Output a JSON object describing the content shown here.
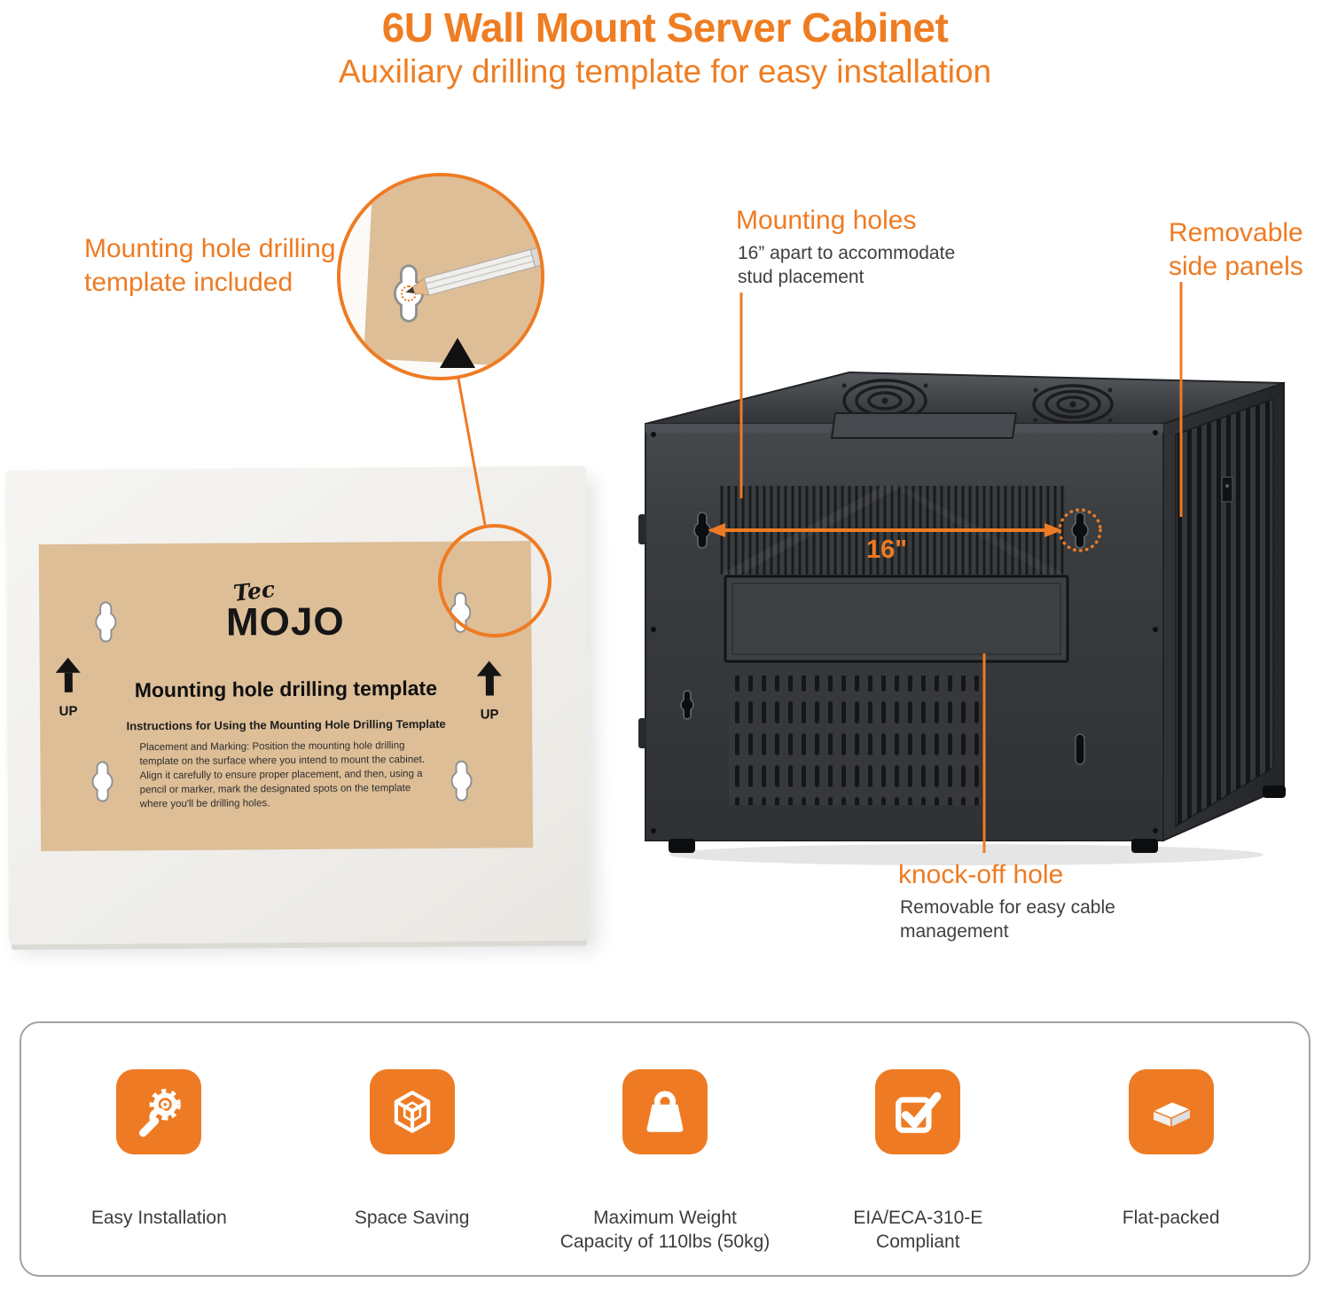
{
  "header": {
    "title": "6U Wall Mount Server Cabinet",
    "subtitle": "Auxiliary drilling template for easy installation"
  },
  "annotations": {
    "template_included": "Mounting hole drilling template included",
    "mounting_holes": {
      "title": "Mounting holes",
      "subtitle": "16” apart to accommodate stud placement"
    },
    "side_panels": {
      "title": "Removable side panels"
    },
    "dimension_label": "16\"",
    "knock_off": {
      "title": "knock-off hole",
      "subtitle": "Removable for easy cable management"
    }
  },
  "template": {
    "brand_top": "Tec",
    "brand_bottom": "MOJO",
    "title": "Mounting hole drilling template",
    "instructions_heading": "Instructions for Using the Mounting Hole Drilling Template",
    "instructions_body": "Placement and Marking: Position the mounting hole drilling template on the surface where you intend to mount the cabinet. Align it carefully to ensure proper placement, and then, using a pencil or marker, mark the designated spots on the template where you'll be drilling holes.",
    "up_label_left": "UP",
    "up_label_right": "UP"
  },
  "features": [
    {
      "icon": "wrench-gear-icon",
      "label": "Easy Installation"
    },
    {
      "icon": "cube-icon",
      "label": "Space Saving"
    },
    {
      "icon": "weight-icon",
      "label": "Maximum Weight Capacity of 110lbs (50kg)"
    },
    {
      "icon": "checkmark-icon",
      "label": "EIA/ECA-310-E Compliant"
    },
    {
      "icon": "flat-box-icon",
      "label": "Flat-packed"
    }
  ],
  "colors": {
    "accent": "#EE7B23",
    "text_dark": "#3f3f3f",
    "template_tan": "#DDBE97",
    "cabinet_dark": "#35373A"
  }
}
